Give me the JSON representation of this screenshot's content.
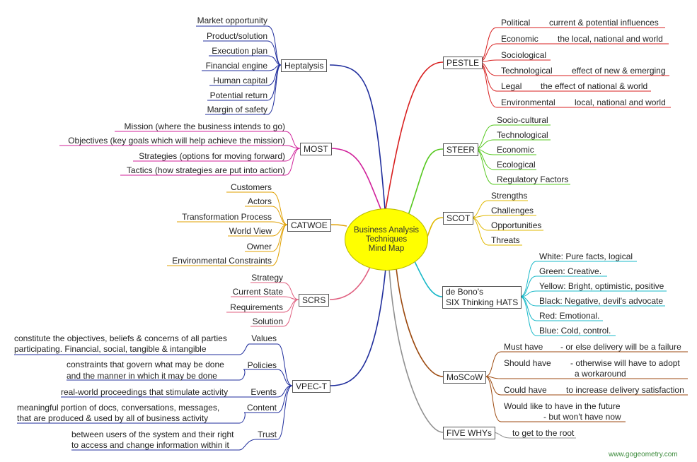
{
  "center": {
    "line1": "Business Analysis",
    "line2": "Techniques",
    "line3": "Mind Map"
  },
  "watermark": "www.gogeometry.com",
  "branches": {
    "heptalysis": {
      "title": "Heptalysis",
      "items": [
        "Market opportunity",
        "Product/solution",
        "Execution plan",
        "Financial engine",
        "Human capital",
        "Potential return",
        "Margin of safety"
      ]
    },
    "most": {
      "title": "MOST",
      "items": [
        "Mission (where the business intends to go)",
        "Objectives (key goals which will help achieve the mission)",
        "Strategies (options for moving forward)",
        "Tactics (how strategies are put into action)"
      ]
    },
    "catwoe": {
      "title": "CATWOE",
      "items": [
        "Customers",
        "Actors",
        "Transformation Process",
        "World View",
        "Owner",
        "Environmental Constraints"
      ]
    },
    "scrs": {
      "title": "SCRS",
      "items": [
        "Strategy",
        "Current State",
        "Requirements",
        "Solution"
      ]
    },
    "vpect": {
      "title": "VPEC-T",
      "items": [
        {
          "label": "Values",
          "desc1": "constitute the objectives, beliefs & concerns of all parties",
          "desc2": "participating. Financial, social, tangible & intangible"
        },
        {
          "label": "Policies",
          "desc1": "constraints that govern what may be done",
          "desc2": "and the manner in which it may be done"
        },
        {
          "label": "Events",
          "desc1": "real-world proceedings that stimulate activity",
          "desc2": ""
        },
        {
          "label": "Content",
          "desc1": "meaningful portion of docs, conversations, messages,",
          "desc2": "that are produced & used by all of business activity"
        },
        {
          "label": "Trust",
          "desc1": "between users of the system and their right",
          "desc2": "to access and change information within it"
        }
      ]
    },
    "pestle": {
      "title": "PESTLE",
      "items": [
        {
          "label": "Political",
          "desc": "current & potential influences"
        },
        {
          "label": "Economic",
          "desc": "the local, national and world"
        },
        {
          "label": "Sociological",
          "desc": ""
        },
        {
          "label": "Technological",
          "desc": "effect of new & emerging"
        },
        {
          "label": "Legal",
          "desc": "the effect of national & world"
        },
        {
          "label": "Environmental",
          "desc": "local, national and world"
        }
      ]
    },
    "steer": {
      "title": "STEER",
      "items": [
        "Socio-cultural",
        "Technological",
        "Economic",
        "Ecological",
        "Regulatory Factors"
      ]
    },
    "scot": {
      "title": "SCOT",
      "items": [
        "Strengths",
        "Challenges",
        "Opportunities",
        "Threats"
      ]
    },
    "debono": {
      "title1": "de Bono's",
      "title2": "SIX Thinking HATS",
      "items": [
        "White: Pure facts, logical",
        "Green: Creative.",
        "Yellow: Bright, optimistic, positive",
        "Black: Negative, devil's advocate",
        "Red: Emotional.",
        "Blue: Cold, control."
      ]
    },
    "moscow": {
      "title": "MoSCoW",
      "items": [
        {
          "label": "Must have",
          "desc1": "- or else delivery will be a failure",
          "desc2": ""
        },
        {
          "label": "Should have",
          "desc1": "- otherwise will have to adopt",
          "desc2": "a workaround"
        },
        {
          "label": "Could have",
          "desc1": "to increase delivery satisfaction",
          "desc2": ""
        },
        {
          "label": "Would like to have in the future",
          "desc1": "- but won't have now",
          "desc2": ""
        }
      ]
    },
    "fivewhys": {
      "title": "FIVE WHYs",
      "items": [
        "to get to the root"
      ]
    }
  },
  "colors": {
    "heptalysis": "#1f2d9c",
    "most": "#d0209a",
    "catwoe": "#e0a000",
    "scrs": "#e06080",
    "vpect": "#1f2d9c",
    "pestle": "#d81f1f",
    "steer": "#55c81e",
    "scot": "#e0b800",
    "debono": "#18b8c8",
    "moscow": "#9c4a10",
    "fivewhys": "#909090",
    "center": "#ffff00"
  }
}
